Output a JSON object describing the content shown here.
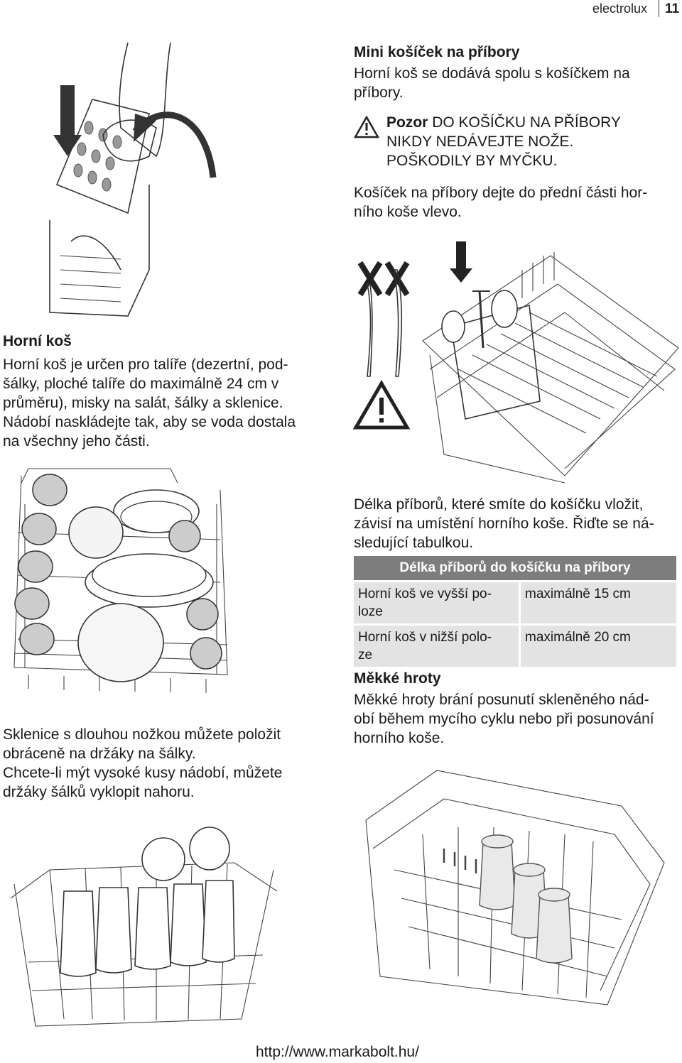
{
  "header": {
    "brand": "electrolux",
    "page": "11"
  },
  "mini_basket": {
    "title": "Mini košíček na příbory",
    "text": "Horní koš se dodává spolu s košíčkem na příbory.",
    "warning_label": "Pozor",
    "warning_line1": "DO KOŠÍČKU NA PŘÍBORY",
    "warning_line2": "NIKDY NEDÁVEJTE NOŽE.",
    "warning_line3": "POŠKODILY BY MYČKU.",
    "placement_line1": "Košíček na příbory dejte do přední části hor-",
    "placement_line2": "ního koše vlevo."
  },
  "upper_basket": {
    "title": "Horní koš",
    "line1": "Horní koš je určen pro talíře (dezertní, pod-",
    "line2": "šálky, ploché talíře do maximálně 24 cm v",
    "line3": "průměru), misky na salát, šálky a sklenice.",
    "line4": "Nádobí naskládejte tak, aby se voda dostala",
    "line5": "na všechny jeho části."
  },
  "cutlery_length": {
    "line1": "Délka příborů, které smíte do košíčku vložit,",
    "line2": "závisí na umístění horního koše. Řiďte se ná-",
    "line3": "sledující tabulkou."
  },
  "table": {
    "header": "Délka příborů do košíčku na příbory",
    "rows": [
      {
        "position": "Horní koš ve vyšší po-\nloze",
        "max": "maximálně 15 cm"
      },
      {
        "position": "Horní koš v nižší polo-\nze",
        "max": "maximálně 20 cm"
      }
    ]
  },
  "soft_spikes": {
    "title": "Měkké hroty",
    "line1": "Měkké hroty brání posunutí skleněného nád-",
    "line2": "obí během mycího cyklu nebo při posunování",
    "line3": "horního koše."
  },
  "glasses": {
    "line1": "Sklenice s dlouhou nožkou můžete položit",
    "line2": "obráceně na držáky na šálky.",
    "line3": "Chcete-li mýt vysoké kusy nádobí, můžete",
    "line4": "držáky šálků vyklopit nahoru."
  },
  "footer": {
    "url": "http://www.markabolt.hu/"
  },
  "icons": [
    "warning-icon",
    "down-arrow-icon",
    "cross-icon"
  ]
}
